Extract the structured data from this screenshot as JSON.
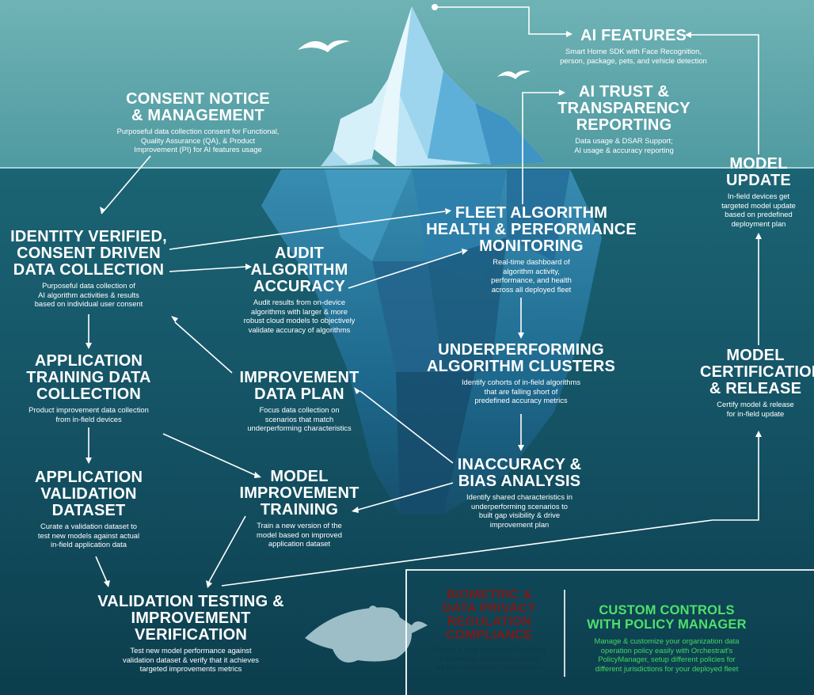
{
  "colors": {
    "sky": "#63a8ac",
    "water": "#15586a",
    "water_deep": "#0c3f4f",
    "ice_light": "#d9f1fb",
    "ice_mid": "#7ac3e3",
    "ice_dark": "#2474a8",
    "arrow": "#ffffff",
    "regulation_title": "#7d1a18",
    "policy_green": "#4fe06a"
  },
  "blocks": {
    "ai_features": {
      "title": [
        "AI FEATURES"
      ],
      "desc": [
        "Smart Home SDK with Face Recognition,",
        "person, package, pets, and vehicle detection"
      ]
    },
    "ai_trust": {
      "title": [
        "AI TRUST &",
        "TRANSPARENCY",
        "REPORTING"
      ],
      "desc": [
        "Data usage & DSAR Support;",
        "AI usage & accuracy reporting"
      ]
    },
    "consent": {
      "title": [
        "CONSENT NOTICE",
        "& MANAGEMENT"
      ],
      "desc": [
        "Purposeful data collection consent for Functional,",
        "Quality Assurance (QA), & Product",
        "Improvement (PI) for AI features usage"
      ]
    },
    "model_update": {
      "title": [
        "MODEL",
        "UPDATE"
      ],
      "desc": [
        "In-field devices get",
        "targeted model update",
        "based on predefined",
        "deployment plan"
      ]
    },
    "identity": {
      "title": [
        "IDENTITY VERIFIED,",
        "CONSENT DRIVEN",
        "DATA COLLECTION"
      ],
      "desc": [
        "Purposeful data collection of",
        "AI algorithm activities & results",
        "based on individual user consent"
      ]
    },
    "fleet": {
      "title": [
        "FLEET ALGORITHM",
        "HEALTH & PERFORMANCE",
        "MONITORING"
      ],
      "desc": [
        "Real-time dashboard of",
        "algorithm activity,",
        "performance, and health",
        "across all deployed fleet"
      ]
    },
    "audit": {
      "title": [
        "AUDIT",
        "ALGORITHM",
        "ACCURACY"
      ],
      "desc": [
        "Audit results from on-device",
        "algorithms with larger & more",
        "robust cloud models to objectively",
        "validate accuracy of algorithms"
      ]
    },
    "underperforming": {
      "title": [
        "UNDERPERFORMING",
        "ALGORITHM CLUSTERS"
      ],
      "desc": [
        "Identify cohorts of in-field algorithms",
        "that are falling short of",
        "predefined accuracy metrics"
      ]
    },
    "app_training": {
      "title": [
        "APPLICATION",
        "TRAINING DATA",
        "COLLECTION"
      ],
      "desc": [
        "Product improvement data collection",
        "from in-field devices"
      ]
    },
    "improvement_plan": {
      "title": [
        "IMPROVEMENT",
        "DATA PLAN"
      ],
      "desc": [
        "Focus data collection on",
        "scenarios that match",
        "underperforming characteristics"
      ]
    },
    "certification": {
      "title": [
        "MODEL",
        "CERTIFICATION",
        "& RELEASE"
      ],
      "desc": [
        "Certify model & release",
        "for in-field update"
      ]
    },
    "inaccuracy": {
      "title": [
        "INACCURACY &",
        "BIAS ANALYSIS"
      ],
      "desc": [
        "Identify shared characteristics in",
        "underperforming scenarios to",
        "built gap visibility & drive",
        "improvement plan"
      ]
    },
    "app_validation": {
      "title": [
        "APPLICATION",
        "VALIDATION",
        "DATASET"
      ],
      "desc": [
        "Curate a validation dataset to",
        "test new models against actual",
        "in-field application data"
      ]
    },
    "model_training": {
      "title": [
        "MODEL",
        "IMPROVEMENT",
        "TRAINING"
      ],
      "desc": [
        "Train a new version of the",
        "model based on improved",
        "application dataset"
      ]
    },
    "validation_testing": {
      "title": [
        "VALIDATION TESTING &",
        "IMPROVEMENT",
        "VERIFICATION"
      ],
      "desc": [
        "Test new model performance against",
        "validation dataset & verify that it achieves",
        "targeted improvements metrics"
      ]
    },
    "biometric": {
      "title": [
        "BIOMETRIC &",
        "DATA PRIVACY",
        "REGULATION",
        "COMPLIANCE"
      ],
      "desc": [
        "Evolve & stay current with existing",
        "& emerging regulations across",
        "all your deployment jurisdictions"
      ]
    },
    "custom_controls": {
      "title": [
        "CUSTOM CONTROLS",
        "WITH POLICY MANAGER"
      ],
      "desc": [
        "Manage & customize your organization data",
        "operation policy easily with Orchestrait's",
        "PolicyManager, setup different policies for",
        "different jurisdictions for your deployed fleet"
      ]
    }
  },
  "decorations": {
    "icons": [
      "seagull-icon",
      "whale-icon",
      "iceberg-icon"
    ]
  }
}
